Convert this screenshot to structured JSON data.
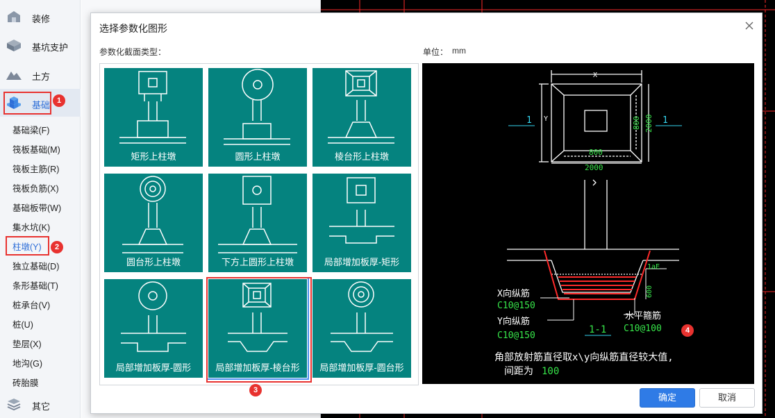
{
  "sidebar": {
    "categories": [
      {
        "label": "装修",
        "icon": "decoration-icon"
      },
      {
        "label": "基坑支护",
        "icon": "pit-support-icon"
      },
      {
        "label": "土方",
        "icon": "earthwork-icon"
      },
      {
        "label": "基础",
        "icon": "foundation-icon"
      },
      {
        "label": "其它",
        "icon": "other-icon"
      }
    ],
    "items": [
      "基础梁(F)",
      "筏板基础(M)",
      "筏板主筋(R)",
      "筏板负筋(X)",
      "基础板带(W)",
      "集水坑(K)",
      "柱墩(Y)",
      "独立基础(D)",
      "条形基础(T)",
      "桩承台(V)",
      "桩(U)",
      "垫层(X)",
      "地沟(G)",
      "砖胎膜"
    ]
  },
  "dialog": {
    "title": "选择参数化图形",
    "section_label": "参数化截面类型：",
    "unit_label": "单位：",
    "unit_value": "mm",
    "ok_label": "确定",
    "cancel_label": "取消",
    "selected_index": 7,
    "shapes": [
      {
        "label": "矩形上柱墩"
      },
      {
        "label": "圆形上柱墩"
      },
      {
        "label": "棱台形上柱墩"
      },
      {
        "label": "圆台形上柱墩"
      },
      {
        "label": "下方上圆形上柱墩"
      },
      {
        "label": "局部增加板厚-矩形"
      },
      {
        "label": "局部增加板厚-圆形"
      },
      {
        "label": "局部增加板厚-棱台形"
      },
      {
        "label": "局部增加板厚-圆台形"
      }
    ]
  },
  "preview": {
    "dim_x": "X",
    "dim_y": "Y",
    "dim_800_h": "800",
    "dim_2000_h": "2000",
    "dim_800_v": "800",
    "dim_2000_v": "2000",
    "section_mark": "1",
    "dim_lae": "1aE",
    "dim_600": "600",
    "x_bar_label": "X向纵筋",
    "x_bar_value": "C10@150",
    "y_bar_label": "Y向纵筋",
    "y_bar_value": "C10@150",
    "hoop_label": "水平箍筋",
    "hoop_value": "C10@100",
    "section_title": "1-1",
    "note_line1": "角部放射筋直径取x\\y向纵筋直径较大值,",
    "note_line2": "间距为",
    "note_value": "100"
  },
  "annotations": [
    "1",
    "2",
    "3",
    "4"
  ],
  "colors": {
    "tile": "#05837f",
    "accent": "#2f7be6",
    "marker": "#e8322f",
    "cad_green": "#37e64a",
    "cad_cyan": "#35d6f0",
    "cad_red": "#ff2a2a"
  }
}
